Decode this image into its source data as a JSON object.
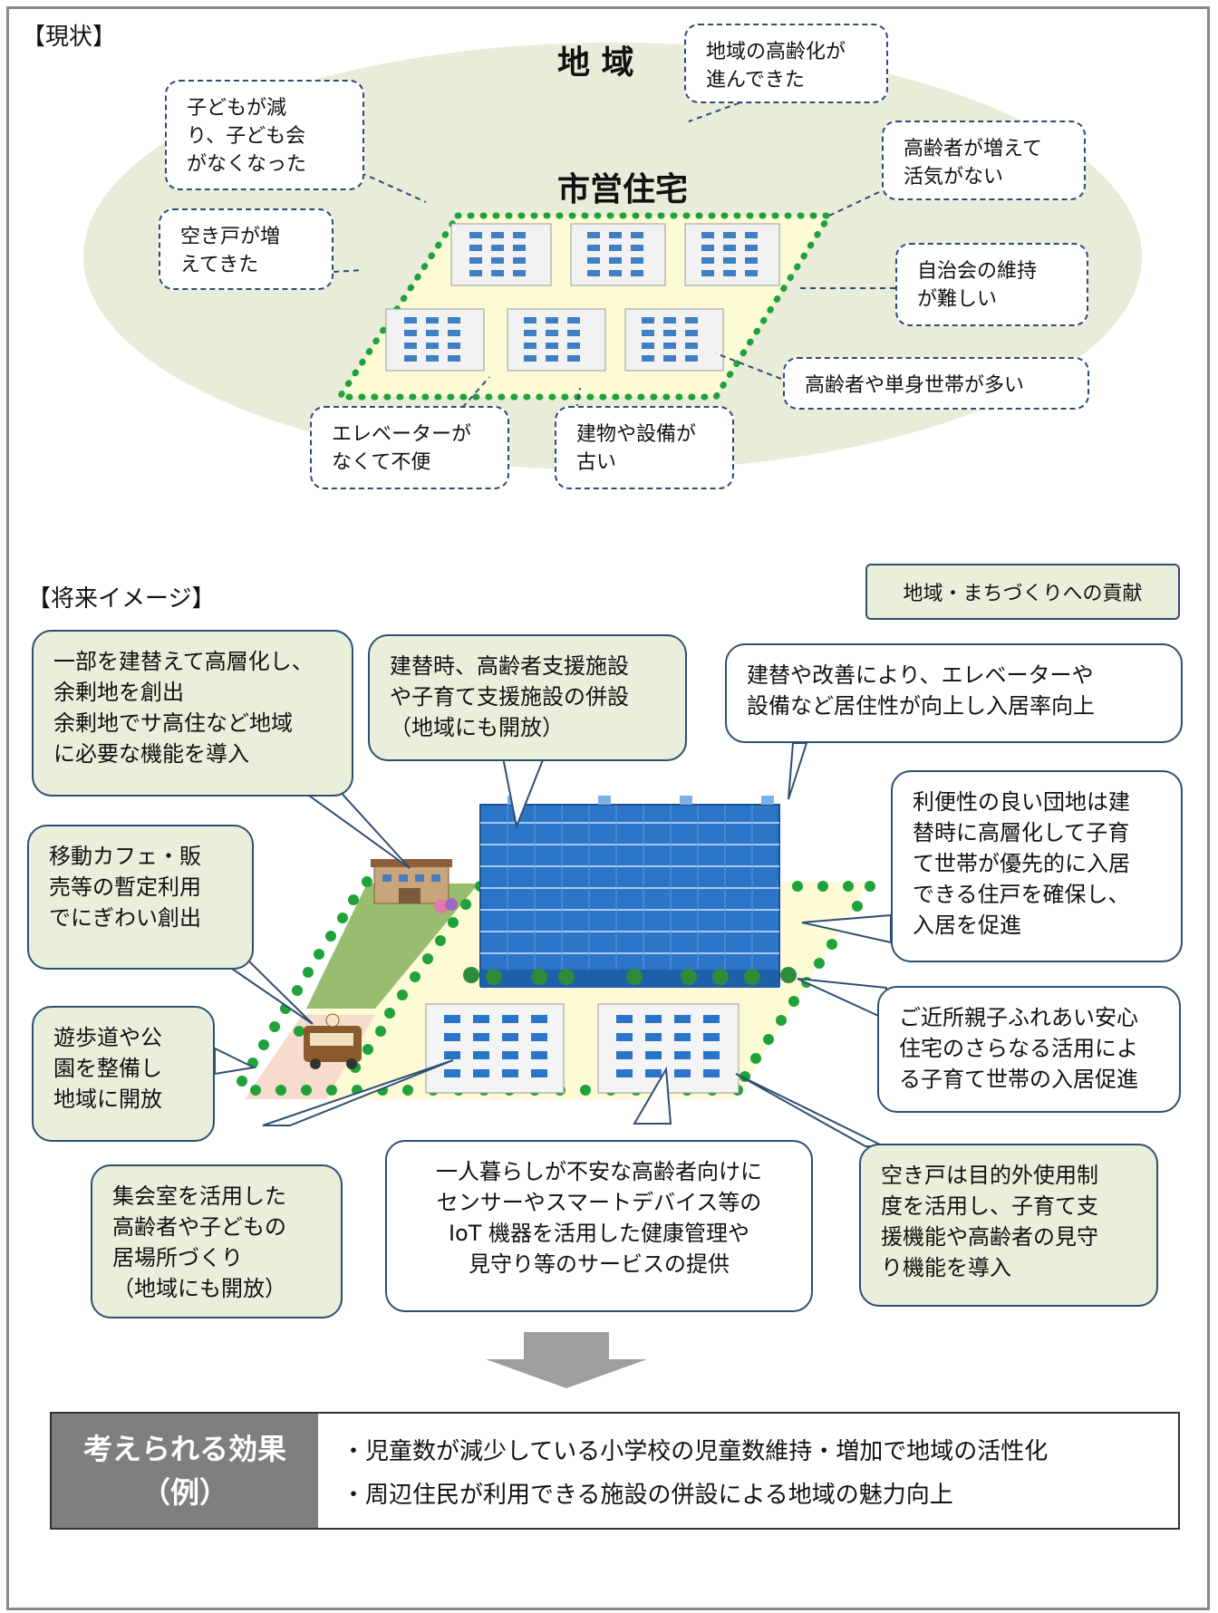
{
  "current": {
    "label": "【現状】",
    "area_title": "地 域",
    "housing_title": "市営住宅",
    "callouts": {
      "aging_region": "地域の高齢化が\n進んできた",
      "fewer_children": "子どもが減\nり、子ども会\nがなくなった",
      "more_elderly": "高齢者が増えて\n活気がない",
      "vacancies": "空き戸が増\nえてきた",
      "association": "自治会の維持\nが難しい",
      "single_households": "高齢者や単身世帯が多い",
      "no_elevator": "エレベーターが\nなくて不便",
      "old_buildings": "建物や設備が\n古い"
    }
  },
  "future": {
    "label": "【将来イメージ】",
    "contribution": "地域・まちづくりへの貢献",
    "callouts": {
      "rebuild_high_rise": "一部を建替えて高層化し、\n余剰地を創出\n余剰地でサ高住など地域\nに必要な機能を導入",
      "support_facilities": "建替時、高齢者支援施設\nや子育て支援施設の併設\n（地域にも開放）",
      "elevator_improvement": "建替や改善により、エレベーターや\n設備など居住性が向上し入居率向上",
      "mobile_cafe": "移動カフェ・販\n売等の暫定利用\nでにぎわい創出",
      "child_households": "利便性の良い団地は建\n替時に高層化して子育\nて世帯が優先的に入居\nできる住戸を確保し、\n入居を促進",
      "promenade_park": "遊歩道や公\n園を整備し\n地域に開放",
      "parent_child_housing": "ご近所親子ふれあい安心\n住宅のさらなる活用によ\nる子育て世帯の入居促進",
      "meeting_room": "集会室を活用した\n高齢者や子どもの\n居場所づくり\n（地域にも開放）",
      "iot_services": "一人暮らしが不安な高齢者向けに\nセンサーやスマートデバイス等の\nIoT 機器を活用した健康管理や\n見守り等のサービスの提供",
      "vacant_units": "空き戸は目的外使用制\n度を活用し、子育て支\n援機能や高齢者の見守\nり機能を導入"
    }
  },
  "effects": {
    "header_line1": "考えられる効果",
    "header_line2": "（例）",
    "items": [
      "・児童数が減少している小学校の児童数維持・増加で地域の活性化",
      "・周辺住民が利用できる施設の併設による地域の魅力向上"
    ]
  },
  "colors": {
    "ellipse": "#e8ecd9",
    "site": "#fdfbd6",
    "dots": "#1fa23a",
    "callout_fill": "#eaefdb",
    "callout_border": "#2f4f72",
    "arrow": "#9e9e9e",
    "effects_header": "#7f7f7f"
  }
}
